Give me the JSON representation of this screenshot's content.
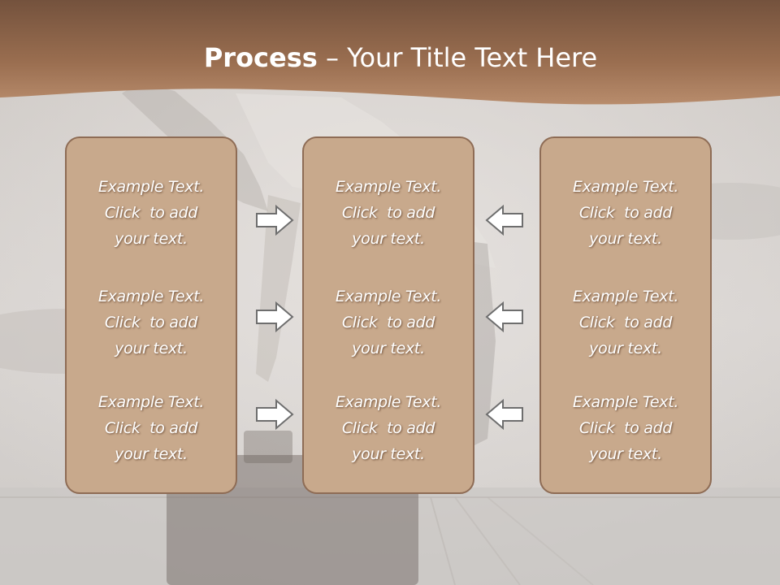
{
  "slide": {
    "title_bold": "Process",
    "title_rest": " – Your Title Text Here",
    "colors": {
      "header_brown": "#8a6247",
      "box_fill": "#c8a98c",
      "box_border": "#8e6c55",
      "background": "#d6d3d0",
      "arrow_fill": "#ffffff",
      "arrow_stroke": "#6e6e6e"
    },
    "columns": [
      {
        "blocks": [
          {
            "line1": "Example Text.",
            "line2": "Click  to add",
            "line3": "your text."
          },
          {
            "line1": "Example Text.",
            "line2": "Click  to add",
            "line3": "your text."
          },
          {
            "line1": "Example Text.",
            "line2": "Click  to add",
            "line3": "your text."
          }
        ]
      },
      {
        "blocks": [
          {
            "line1": "Example Text.",
            "line2": "Click  to add",
            "line3": "your text."
          },
          {
            "line1": "Example Text.",
            "line2": "Click  to add",
            "line3": "your text."
          },
          {
            "line1": "Example Text.",
            "line2": "Click  to add",
            "line3": "your text."
          }
        ]
      },
      {
        "blocks": [
          {
            "line1": "Example Text.",
            "line2": "Click  to add",
            "line3": "your text."
          },
          {
            "line1": "Example Text.",
            "line2": "Click  to add",
            "line3": "your text."
          },
          {
            "line1": "Example Text.",
            "line2": "Click  to add",
            "line3": "your text."
          }
        ]
      }
    ],
    "arrows": [
      {
        "icon": "arrow-right-icon"
      },
      {
        "icon": "arrow-right-icon"
      },
      {
        "icon": "arrow-right-icon"
      },
      {
        "icon": "arrow-left-icon"
      },
      {
        "icon": "arrow-left-icon"
      },
      {
        "icon": "arrow-left-icon"
      }
    ]
  }
}
